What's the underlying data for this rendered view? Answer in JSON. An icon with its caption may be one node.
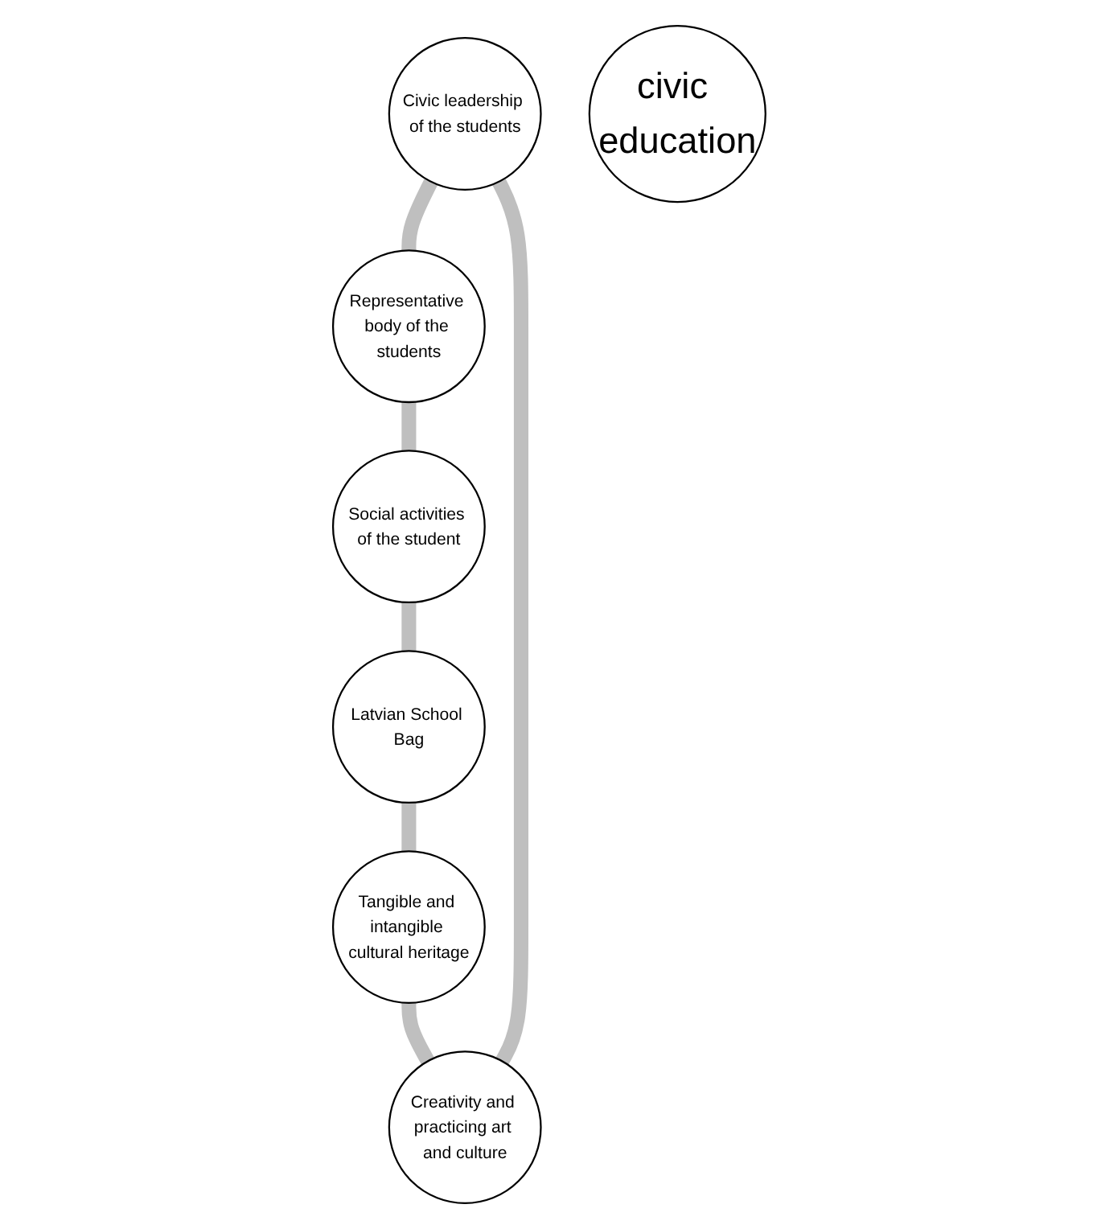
{
  "diagram": {
    "nodes": [
      {
        "text": [
          "Civic leadership of the students"
        ]
      },
      {
        "text": [
          "Creativity and practicing art and culture"
        ]
      },
      {
        "text": [
          "Representative body of the students"
        ]
      },
      {
        "text": [
          "civic education"
        ]
      },
      {
        "text": [
          "Tangible and intangible cultural heritage"
        ]
      },
      {
        "text": [
          "Social activities of the student"
        ]
      },
      {
        "text": [
          "Latvian School Bag"
        ]
      }
    ],
    "edges": [
      {
        "from": 0,
        "to": 2,
        "arrow": "none"
      },
      {
        "from": 2,
        "to": 5,
        "arrow": "none"
      },
      {
        "from": 5,
        "to": 6,
        "arrow": "none"
      },
      {
        "from": 6,
        "to": 4,
        "arrow": "none"
      },
      {
        "from": 4,
        "to": 1,
        "arrow": "none"
      },
      {
        "from": 1,
        "to": 0,
        "arrow": "none"
      }
    ]
  }
}
